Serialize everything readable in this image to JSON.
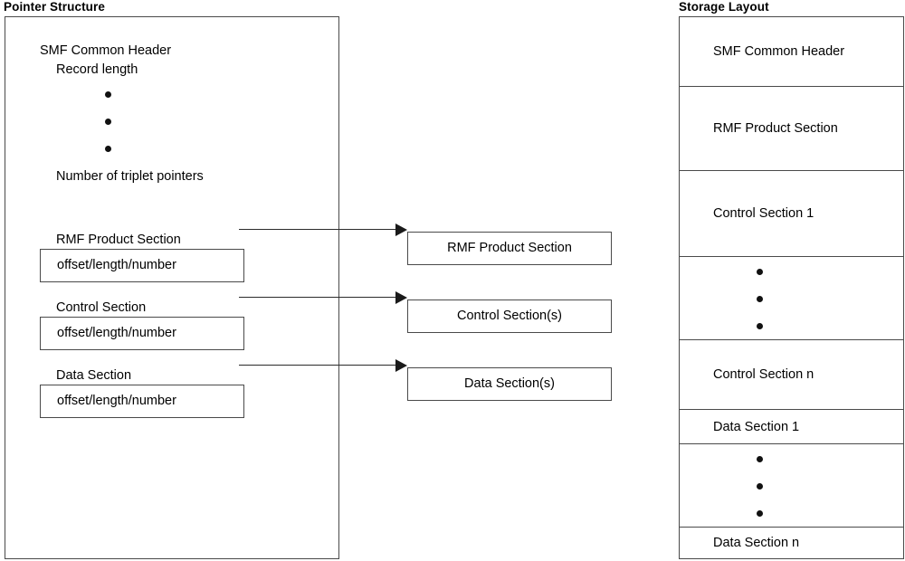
{
  "panels": {
    "pointer_structure": {
      "title": "Pointer Structure",
      "header_label": "SMF Common Header",
      "record_length_label": "Record length",
      "number_triplet_label": "Number of triplet pointers",
      "bullets_count": 3,
      "triplets": [
        {
          "label": "RMF Product Section",
          "value": "offset/length/number"
        },
        {
          "label": "Control Section",
          "value": "offset/length/number"
        },
        {
          "label": "Data Section",
          "value": "offset/length/number"
        }
      ]
    },
    "sections": {
      "boxes": [
        {
          "label": "RMF Product Section"
        },
        {
          "label": "Control Section(s)"
        },
        {
          "label": "Data Section(s)"
        }
      ]
    },
    "storage_layout": {
      "title": "Storage Layout",
      "rows": [
        {
          "label": "SMF Common Header",
          "type": "labeled",
          "height": 77
        },
        {
          "label": "RMF Product Section",
          "type": "labeled",
          "height": 93
        },
        {
          "label": "Control Section 1",
          "type": "labeled",
          "height": 95
        },
        {
          "label": "",
          "type": "dots",
          "dots": 3,
          "height": 92
        },
        {
          "label": "Control Section n",
          "type": "labeled",
          "height": 77
        },
        {
          "label": "Data Section 1",
          "type": "labeled",
          "height": 38
        },
        {
          "label": "",
          "type": "dots",
          "dots": 3,
          "height": 92
        },
        {
          "label": "Data Section n",
          "type": "labeled",
          "height": 34
        }
      ]
    }
  },
  "colors": {
    "stroke": "#4a4a4a",
    "arrow": "#1a1a1a",
    "text": "#000000",
    "background": "#ffffff"
  }
}
